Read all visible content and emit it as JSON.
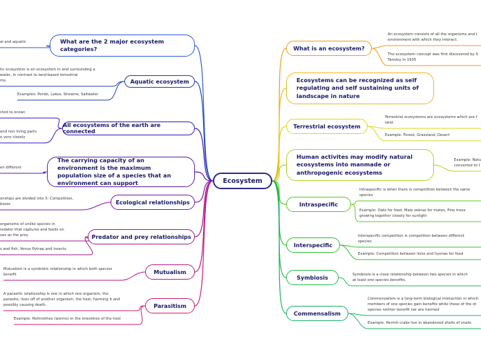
{
  "root": "Ecosystem",
  "left": [
    {
      "title": "What are the 2 major ecosystem categories?",
      "color": "#2b5bd6",
      "leaves": [
        "al and aquatic"
      ]
    },
    {
      "title": "Aquatic ecosystem",
      "color": "#1f3fa6",
      "leaves": [
        "tic ecosystem is an ecosystem in and surrounding a\nwater, in contrast to land-based terrestrial\nms.",
        "Examples: Ponds, Lakes, Streams, Saltwater"
      ]
    },
    {
      "title": "All ecosystems of the earth are connected",
      "color": "#3a14b8",
      "leaves": [
        "cted to ocean",
        "and non living parts\ne very closely"
      ]
    },
    {
      "title": "The carrying capacity of an environment is the maximum population size of a species that an environment can support",
      "color": "#5b1aa8",
      "leaves": [
        "en different"
      ]
    },
    {
      "title": "Ecological relationships",
      "color": "#7b14a8",
      "leaves": [
        "onships are divided into 3: Competition,\nbiosis"
      ]
    },
    {
      "title": "Predator and prey relationships",
      "color": "#a01a8e",
      "leaves": [
        "organisms of unlike species in\nredator that captures and feeds on\nves as the prey",
        "s and fish, Venus flytrap and insects"
      ]
    },
    {
      "title": "Mutualism",
      "color": "#b5178a",
      "leaves": [
        "Mutualism is a symbiotic relationship in which both species\nbenefit"
      ]
    },
    {
      "title": "Parasitism",
      "color": "#cc1a6e",
      "leaves": [
        "A parasitic relationship is one in which one organism, the\nparasite, lives off of another organism, the host, harming it and\npossibly causing death.",
        "Example: Helminthes (worms) in the intestines of the host"
      ]
    }
  ],
  "right": [
    {
      "title": "What is an ecosystem?",
      "color": "#f29a1a",
      "leaves": [
        "An ecosystem consists of all the organisms and t\nenvironment with which they interact.",
        "The ecosystem concept was first discovered by S\nTansley in 1935"
      ]
    },
    {
      "title": "Ecosystems can be recognized as self regulating and self sustaining units of landscape in nature",
      "color": "#f2b81a",
      "leaves": []
    },
    {
      "title": "Terrestrial ecosystem",
      "color": "#d8d81a",
      "leaves": [
        "Terrestrial ecosystems are ecosystems which are f\nland.",
        "Example: Forest, Grassland, Desert"
      ]
    },
    {
      "title": "Human activites may modify natural ecosystems into manmade or anthropogenic ecosystems",
      "color": "#a8d81a",
      "leaves": [
        "Example: Natu\nconverted to t"
      ]
    },
    {
      "title": "Intraspecific",
      "color": "#5cc81a",
      "leaves": [
        "Intraspecific is when there is competition between the same\nspecies",
        "Example: Owls for food, Male zebras for mates, Pine trees\ngrowing together closely for sunlight"
      ]
    },
    {
      "title": "Interspecific",
      "color": "#2cc02c",
      "leaves": [
        "Interspecific competition is competition between different\nspecies",
        "Example: Competition between lions and hyenas for food"
      ]
    },
    {
      "title": "Symbiosis",
      "color": "#1fb84a",
      "leaves": [
        "Symbiosis is a close relationship between two species in which\nat least one species benefits."
      ]
    },
    {
      "title": "Commensalism",
      "color": "#14b06a",
      "leaves": [
        "Commensalism is a long-term biological interaction in which\nmembers of one species gain benefits while those of the ot\nspecies neither benefit nor are harmed",
        "Example: Hermit crabs live in abandoned shells of snails"
      ]
    }
  ]
}
